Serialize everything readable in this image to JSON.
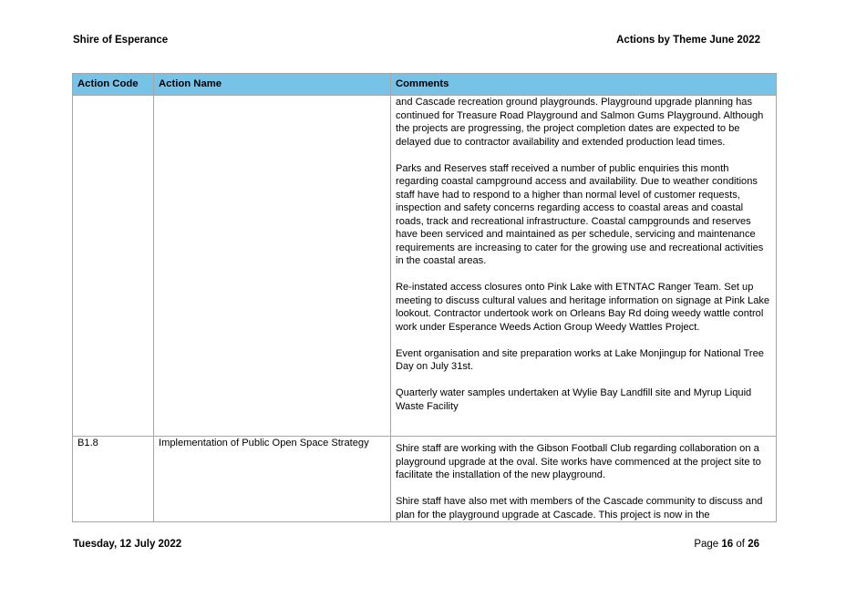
{
  "header": {
    "organisation": "Shire of Esperance",
    "report_title": "Actions by Theme June 2022"
  },
  "table": {
    "columns": [
      "Action Code",
      "Action Name",
      "Comments"
    ],
    "header_color": "#77c3e8",
    "rows": [
      {
        "code": "",
        "name": "",
        "comments": [
          "and Cascade recreation ground playgrounds. Playground upgrade planning has continued for Treasure Road Playground and Salmon Gums Playground. Although the projects are progressing, the project completion dates are expected to be delayed due to contractor availability and extended production lead times.",
          "Parks and Reserves staff received a number of public enquiries this month regarding coastal campground access and availability. Due to weather conditions staff have had to respond to a higher than normal level of customer requests, inspection and safety concerns regarding access to coastal areas and coastal roads, track and recreational infrastructure. Coastal campgrounds and reserves have been serviced and maintained as per schedule, servicing and maintenance requirements are increasing to cater for the growing use and recreational activities in the coastal areas.",
          "Re-instated access closures onto Pink Lake with ETNTAC Ranger Team. Set up meeting to discuss cultural values and heritage information on signage at Pink Lake lookout. Contractor undertook work on Orleans Bay Rd doing weedy wattle control work under Esperance Weeds Action Group Weedy Wattles Project.",
          "Event organisation and site preparation works at Lake Monjingup for National Tree Day on July 31st.",
          "Quarterly water samples undertaken at Wylie Bay Landfill site and Myrup Liquid Waste Facility"
        ]
      },
      {
        "code": "B1.8",
        "name": "Implementation of Public Open Space Strategy",
        "comments": [
          "Shire staff are working with the Gibson Football Club regarding collaboration on a playground upgrade at the oval. Site works have commenced at the project site to facilitate the installation of the new playground.",
          "Shire staff have also met with members of the Cascade community to discuss and plan for the playground upgrade at Cascade. This project is now in the"
        ]
      }
    ]
  },
  "footer": {
    "date": "Tuesday, 12 July 2022",
    "page_prefix": "Page",
    "page_current": "16",
    "page_of": "of",
    "page_total": "26"
  }
}
